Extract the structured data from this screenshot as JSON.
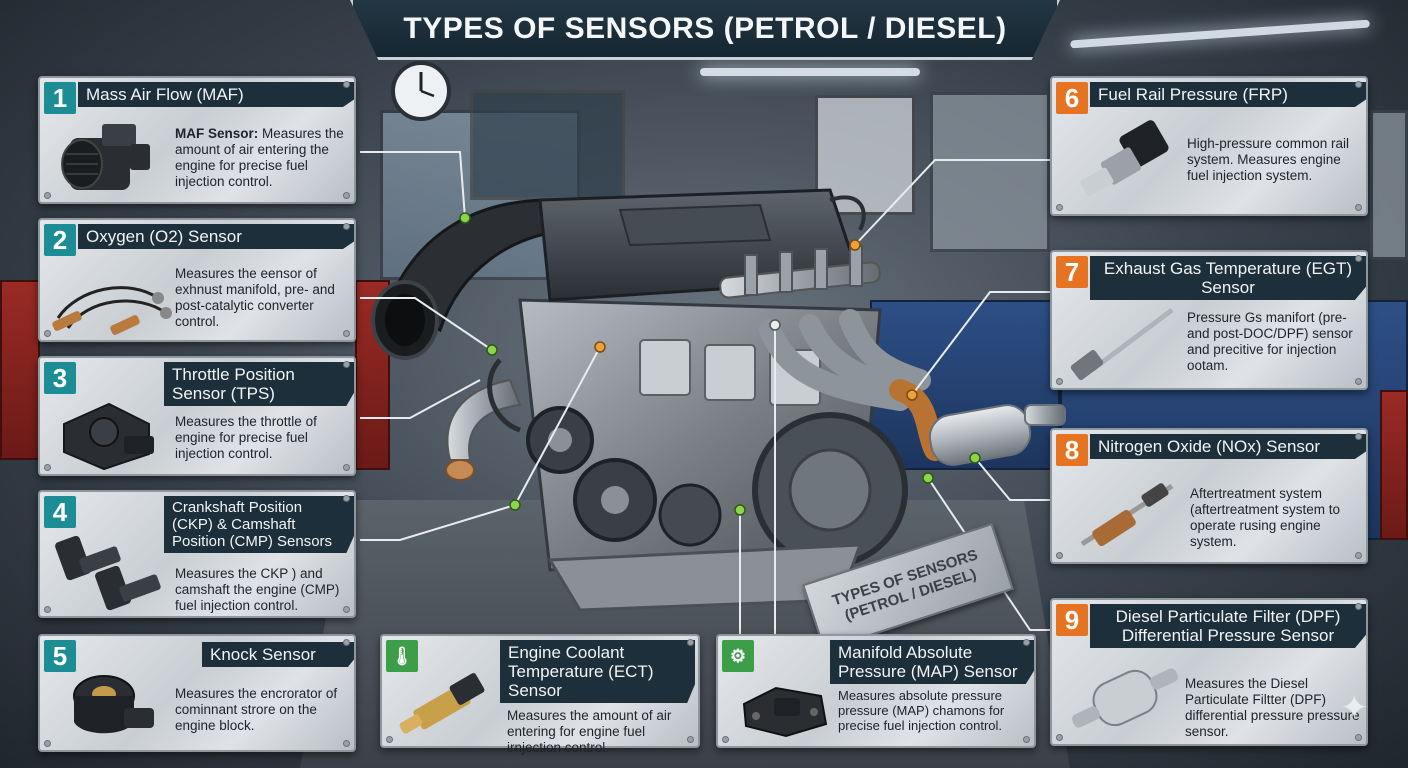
{
  "title": "TYPES OF SENSORS (PETROL / DIESEL)",
  "plaque": [
    "TYPES OF SENSORS",
    "(PETROL / DIESEL)"
  ],
  "sensors": [
    {
      "num": "1",
      "name": "Mass Air Flow (MAF)",
      "desc_bold": "MAF Sensor:",
      "desc": " Measures the amount of air entering the engine for precise fuel injection control.",
      "icon": "maf-sensor-icon"
    },
    {
      "num": "2",
      "name": "Oxygen (O2) Sensor",
      "desc": "Measures the eensor of exhnust manifold, pre- and post-catalytic converter control.",
      "icon": "oxygen-sensor-icon"
    },
    {
      "num": "3",
      "name": "Throttle Position Sensor (TPS)",
      "desc": "Measures the throttle of engine for precise fuel injection control.",
      "icon": "throttle-sensor-icon"
    },
    {
      "num": "4",
      "name": "Crankshaft Position (CKP) & Camshaft Position (CMP) Sensors",
      "desc": "Measures the CKP ) and camshaft the engine (CMP) fuel injection control.",
      "icon": "crankshaft-sensor-icon"
    },
    {
      "num": "5",
      "name": "Knock Sensor",
      "desc": "Measures the encrorator of cominnant strore on the engine block.",
      "icon": "knock-sensor-icon"
    },
    {
      "num": "6",
      "name": "Fuel Rail Pressure (FRP)",
      "desc": "High-pressure common rail system. Measures engine fuel injection system.",
      "icon": "fuel-rail-sensor-icon"
    },
    {
      "num": "7",
      "name": "Exhaust Gas Temperature (EGT) Sensor",
      "desc": "Pressure Gs manifort (pre- and post-DOC/DPF) sensor and precitive for injection ootam.",
      "icon": "egt-sensor-icon"
    },
    {
      "num": "8",
      "name": "Nitrogen Oxide (NOx) Sensor",
      "desc": "Aftertreatment system (aftertreatment system to operate rusing engine system.",
      "icon": "nox-sensor-icon"
    },
    {
      "num": "9",
      "name": "Diesel Particulate Filter (DPF) Differential Pressure Sensor",
      "desc": "Measures the Diesel Particulate Filtter (DPF) differential pressure pressure sensor.",
      "icon": "dpf-sensor-icon"
    },
    {
      "num": "",
      "name": "Engine Coolant Temperature (ECT) Sensor",
      "desc": "Measures the amount of air entering for engine fuel irnjection control.",
      "icon": "ect-sensor-icon"
    },
    {
      "num": "",
      "name": "Manifold Absolute Pressure (MAP) Sensor",
      "desc": "Measures absolute pressure pressure (MAP) chamons for precise fuel injection control.",
      "icon": "map-sensor-icon"
    }
  ],
  "colors": {
    "teal": "#1c8c95",
    "orange": "#e67322",
    "green": "#3c9e48",
    "header": "#1d2f3a"
  }
}
